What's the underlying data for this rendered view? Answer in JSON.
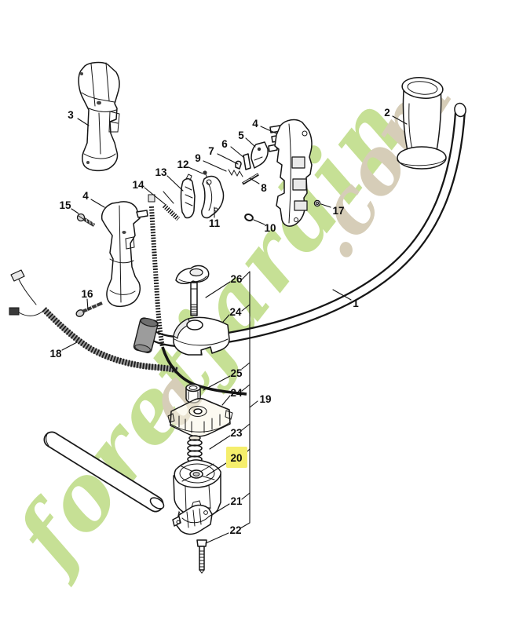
{
  "page": {
    "background": "#ffffff"
  },
  "watermark": {
    "main": "foretjardin",
    "extra": "a",
    "suffix": ".com",
    "main_color": "#c6e095",
    "suffix_color": "#d6cdb8"
  },
  "highlight": {
    "label": "20",
    "color": "#f5ee6c"
  },
  "callouts": {
    "p1": "1",
    "p2": "2",
    "p3": "3",
    "p4a": "4",
    "p4b": "4",
    "p5": "5",
    "p6": "6",
    "p7": "7",
    "p8": "8",
    "p9": "9",
    "p10": "10",
    "p11": "11",
    "p12": "12",
    "p13": "13",
    "p14": "14",
    "p15": "15",
    "p16": "16",
    "p17": "17",
    "p18": "18",
    "p19": "19",
    "p21": "21",
    "p22": "22",
    "p23": "23",
    "p24a": "24",
    "p24b": "24",
    "p25": "25",
    "p26": "26"
  }
}
